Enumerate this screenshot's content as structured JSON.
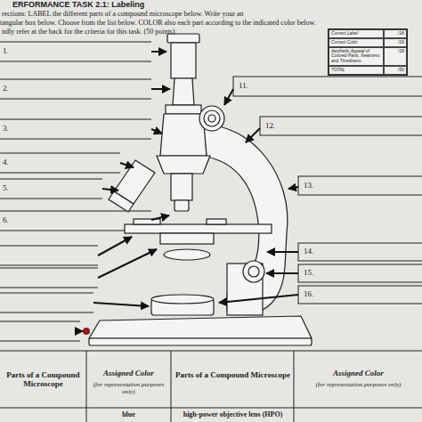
{
  "diagram": {
    "title": "ERFORMANCE TASK 2.1: Labeling",
    "nodes": [
      {
        "text": [
          "Correct Label",
          "/16",
          "Correct Color",
          "/16",
          "Aesthetic Appeal of Colored Parts, Neatness and Timeliness",
          "/18",
          "TOTAL",
          "/50"
        ]
      }
    ],
    "labels": [
      "rections: LABEL the different parts of a compound microscope below. Write your an",
      "tangular box below. Choose from the list below. COLOR also each part according to the indicated color below.",
      "ndly refer at the back for the criteria for this task. (50 points)",
      "1.",
      "2.",
      "3.",
      "4.",
      "5.",
      "6.",
      "11.",
      "12.",
      "13.",
      "14.",
      "15.",
      "16.",
      "Parts of a Compound Microscope",
      "Assigned Color",
      "(for representation purposes only)",
      "Parts of a Compound Microscope",
      "Assigned Color",
      "(for representation purposes only)",
      "blue",
      "high-power objective lens (HPO)"
    ]
  }
}
